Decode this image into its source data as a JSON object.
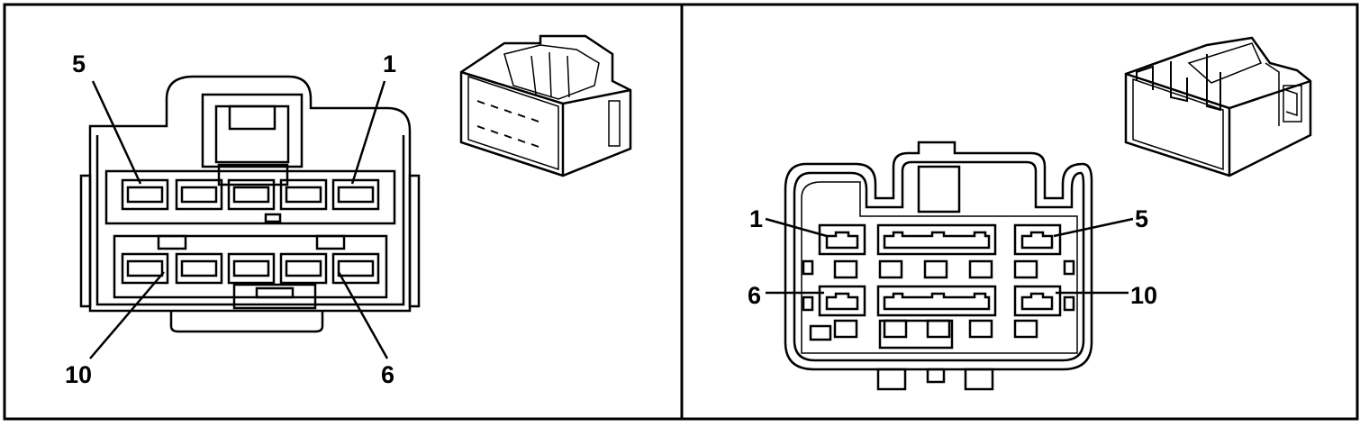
{
  "left_view": {
    "pin_labels": {
      "top_right": "1",
      "top_left": "5",
      "bottom_right": "6",
      "bottom_left": "10"
    }
  },
  "right_view": {
    "pin_labels": {
      "top_left": "1",
      "top_right": "5",
      "bottom_left": "6",
      "bottom_right": "10"
    }
  },
  "colors": {
    "line": "#000000",
    "background": "#ffffff"
  }
}
